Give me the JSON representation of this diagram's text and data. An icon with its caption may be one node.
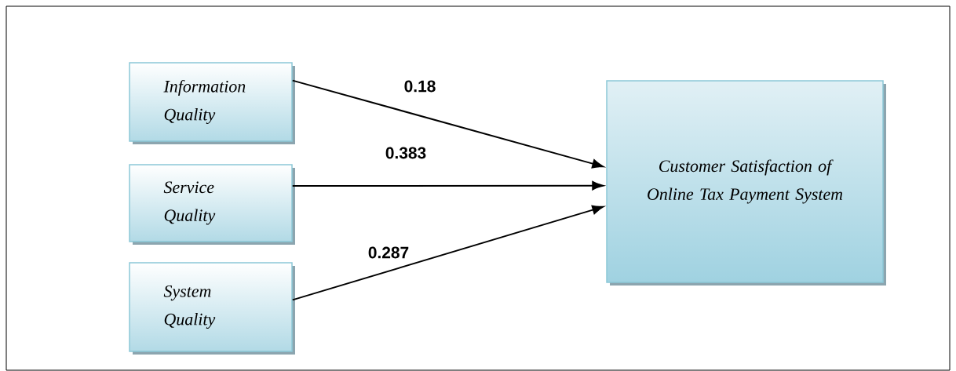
{
  "diagram": {
    "nodes": [
      {
        "text": [
          "Information Quality"
        ]
      },
      {
        "text": [
          "Service Quality"
        ]
      },
      {
        "text": [
          "System Quality"
        ]
      },
      {
        "text": [
          "Customer Satisfaction of Online Tax Payment System"
        ]
      }
    ],
    "edges": [
      {
        "from": 0,
        "to": 3,
        "arrow": "to",
        "label": "0.18"
      },
      {
        "from": 1,
        "to": 3,
        "arrow": "to",
        "label": "0.383"
      },
      {
        "from": 2,
        "to": 3,
        "arrow": "to",
        "label": "0.287"
      }
    ]
  }
}
